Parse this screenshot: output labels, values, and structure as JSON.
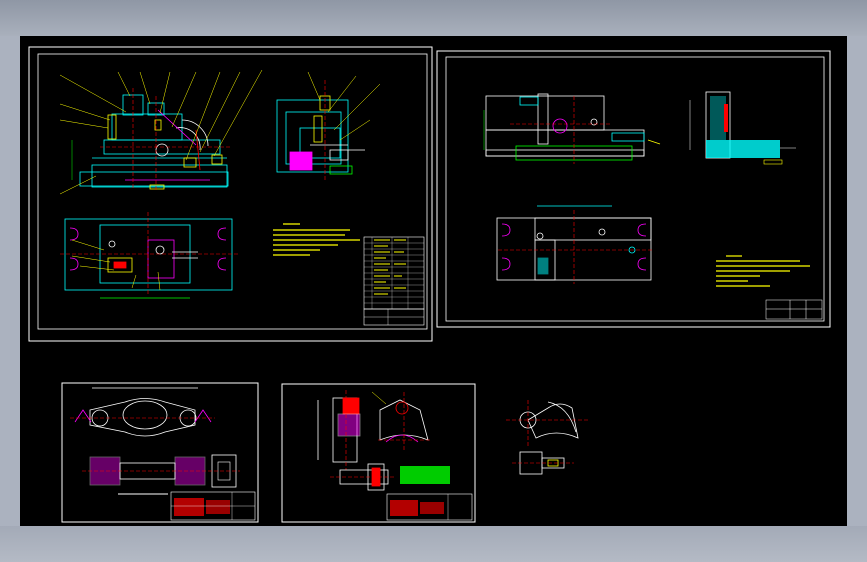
{
  "colors": {
    "model_background": "#000000",
    "window_background": "#abb2bf",
    "border": "#ffffff",
    "outline": "#00ffff",
    "leader": "#ffff00",
    "center": "#ff0000",
    "accent": "#00ff00",
    "detail": "#ff00ff"
  },
  "drawings": [
    {
      "name": "fixture-assembly-sheet"
    },
    {
      "name": "base-plate-part-sheet"
    },
    {
      "name": "workpiece-part-sheet"
    },
    {
      "name": "process-sheet"
    },
    {
      "name": "loose-detail-views"
    }
  ]
}
